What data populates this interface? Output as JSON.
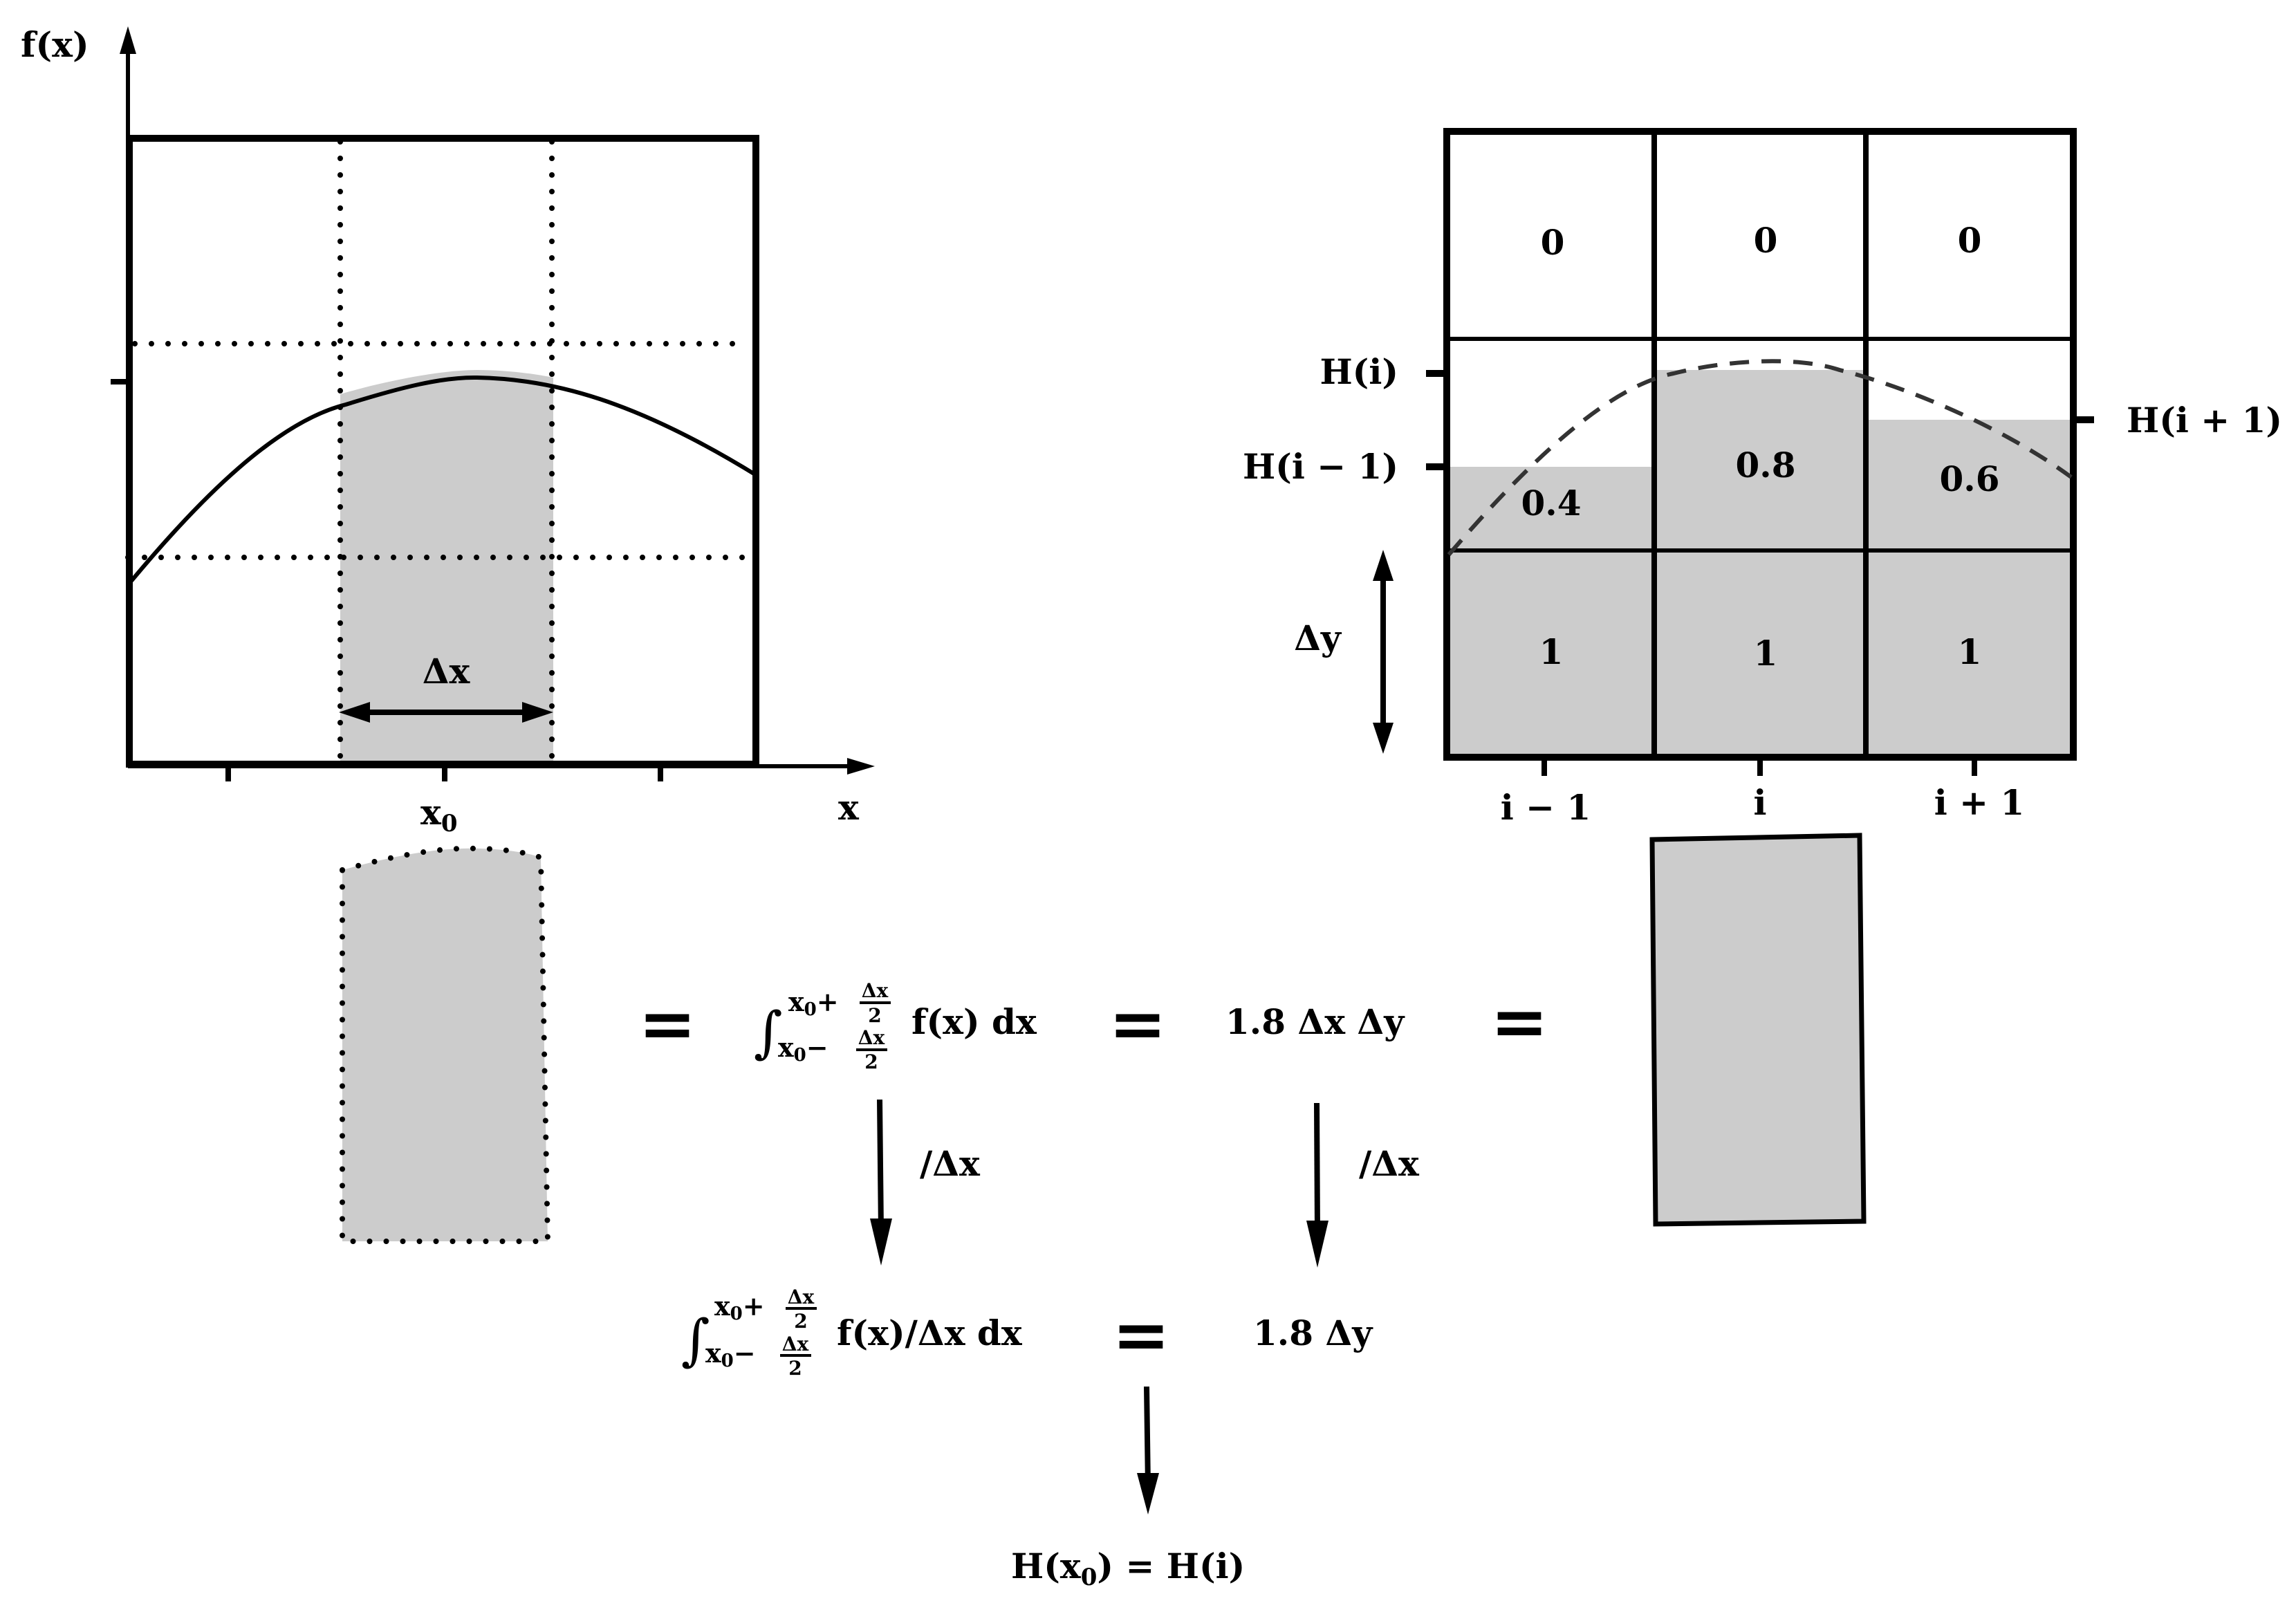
{
  "left_plot": {
    "y_axis_label": "f(x)",
    "x_axis_label": "x",
    "x_tick_label": "x0",
    "x_tick_sub": "0",
    "x_tick_main": "x",
    "width_label": "Δx",
    "shade_color": "#cccccc"
  },
  "right_grid": {
    "cells": [
      [
        "0",
        "0",
        "0"
      ],
      [
        "0.4",
        "0.8",
        "0.6"
      ],
      [
        "1",
        "1",
        "1"
      ]
    ],
    "column_labels": [
      "i − 1",
      "i",
      "i + 1"
    ],
    "level_labels": {
      "h_i": "H(i)",
      "h_i_minus_1": "H(i − 1)",
      "h_i_plus_1": "H(i + 1)"
    },
    "height_label": "Δy",
    "shade_color": "#cccccc"
  },
  "equations": {
    "equals": "=",
    "integral_upper": "x0+Δx/2",
    "integral_lower": "x0−Δx/2",
    "upper_x": "x",
    "upper_sub": "0",
    "upper_op": "+",
    "lower_op": "−",
    "frac_num": "Δx",
    "frac_den": "2",
    "integrand": "f(x) dx",
    "integrand_divided": "f(x)/Δx dx",
    "product": "1.8 Δx Δy",
    "divide_label": "/Δx",
    "result_right": "1.8 Δy",
    "final_lhs_H": "H(x",
    "final_lhs_sub": "0",
    "final_rest": ") = H(i)"
  }
}
